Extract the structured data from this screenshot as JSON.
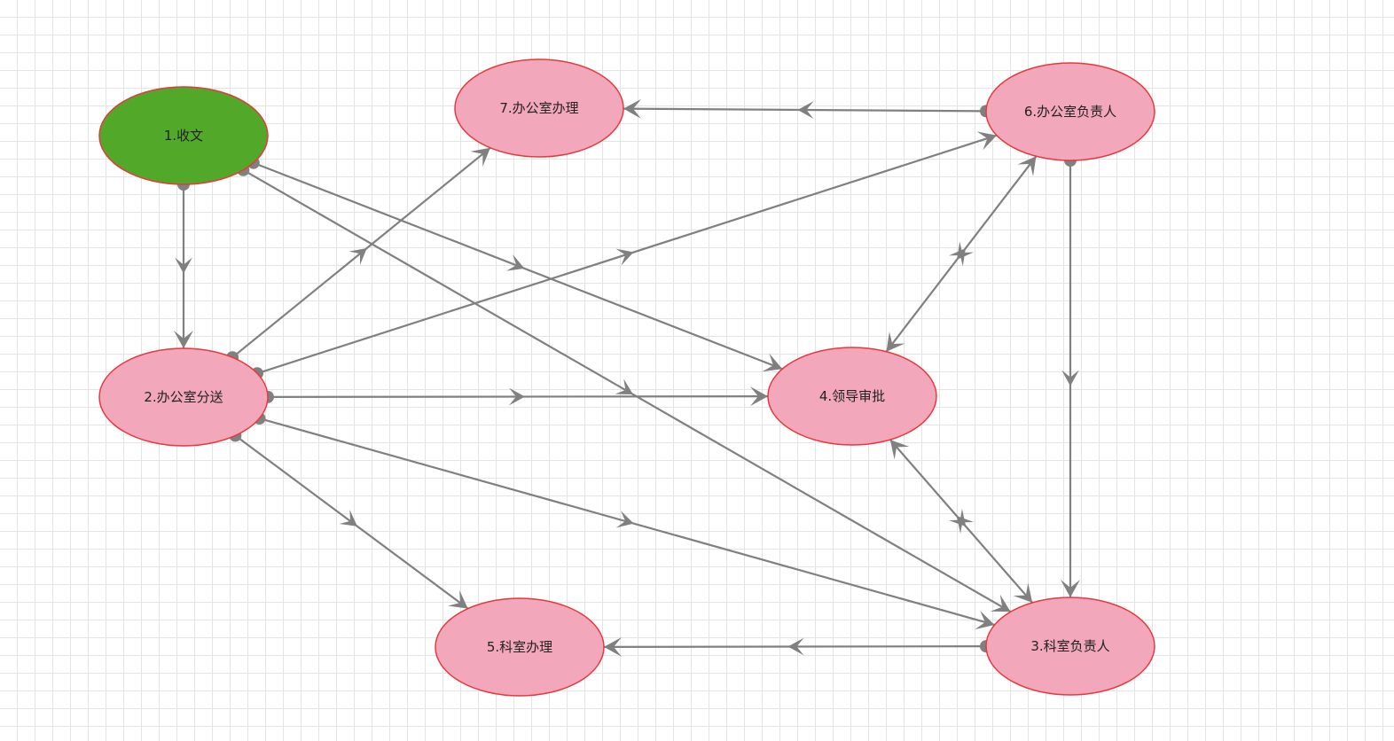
{
  "colors": {
    "start_node_fill": "#52a828",
    "node_fill": "#f2a7bb",
    "node_stroke": "#e8383d",
    "edge": "#808080",
    "grid": "#c4c4c4"
  },
  "nodes": [
    {
      "id": "n1",
      "label": "1.收文",
      "kind": "start"
    },
    {
      "id": "n2",
      "label": "2.办公室分送",
      "kind": "step"
    },
    {
      "id": "n3",
      "label": "3.科室负责人",
      "kind": "step"
    },
    {
      "id": "n4",
      "label": "4.领导审批",
      "kind": "step"
    },
    {
      "id": "n5",
      "label": "5.科室办理",
      "kind": "step"
    },
    {
      "id": "n6",
      "label": "6.办公室负责人",
      "kind": "step"
    },
    {
      "id": "n7",
      "label": "7.办公室办理",
      "kind": "step"
    }
  ],
  "edges": [
    {
      "from": "n1",
      "to": "n2"
    },
    {
      "from": "n1",
      "to": "n4"
    },
    {
      "from": "n1",
      "to": "n3"
    },
    {
      "from": "n2",
      "to": "n7"
    },
    {
      "from": "n2",
      "to": "n6"
    },
    {
      "from": "n2",
      "to": "n4"
    },
    {
      "from": "n2",
      "to": "n3"
    },
    {
      "from": "n2",
      "to": "n5"
    },
    {
      "from": "n6",
      "to": "n7"
    },
    {
      "from": "n6",
      "to": "n4",
      "bidirectional": true
    },
    {
      "from": "n6",
      "to": "n3"
    },
    {
      "from": "n4",
      "to": "n3",
      "bidirectional": true
    },
    {
      "from": "n3",
      "to": "n5"
    }
  ]
}
